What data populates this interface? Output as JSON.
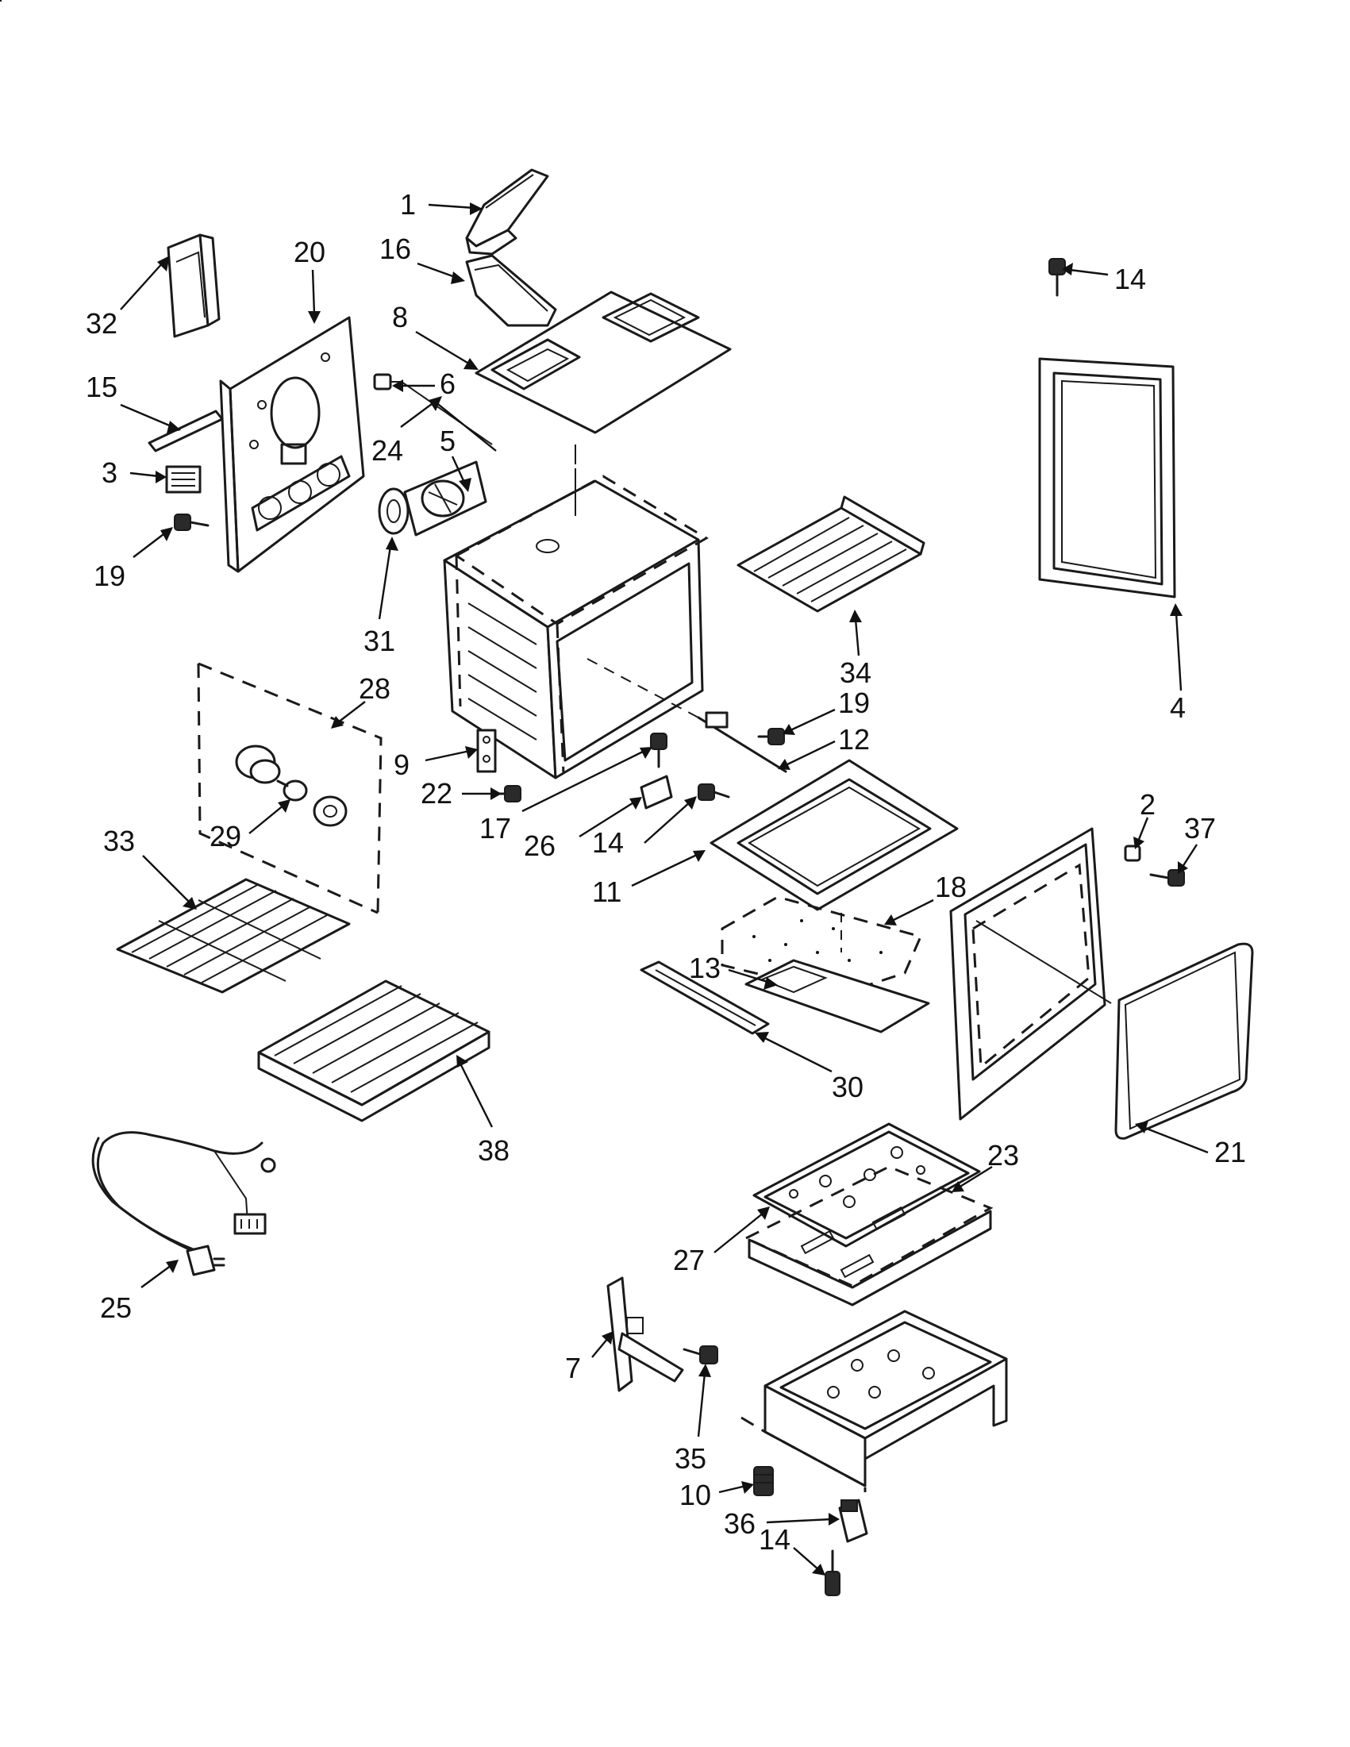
{
  "callouts": [
    {
      "id": "c1",
      "text": "1"
    },
    {
      "id": "c16",
      "text": "16"
    },
    {
      "id": "c8",
      "text": "8"
    },
    {
      "id": "c20",
      "text": "20"
    },
    {
      "id": "c32",
      "text": "32"
    },
    {
      "id": "c15",
      "text": "15"
    },
    {
      "id": "c6",
      "text": "6"
    },
    {
      "id": "c24",
      "text": "24"
    },
    {
      "id": "c5",
      "text": "5"
    },
    {
      "id": "c3",
      "text": "3"
    },
    {
      "id": "c19a",
      "text": "19"
    },
    {
      "id": "c31",
      "text": "31"
    },
    {
      "id": "c14a",
      "text": "14"
    },
    {
      "id": "c4",
      "text": "4"
    },
    {
      "id": "c34",
      "text": "34"
    },
    {
      "id": "c19b",
      "text": "19"
    },
    {
      "id": "c12",
      "text": "12"
    },
    {
      "id": "c28",
      "text": "28"
    },
    {
      "id": "c29",
      "text": "29"
    },
    {
      "id": "c9",
      "text": "9"
    },
    {
      "id": "c22",
      "text": "22"
    },
    {
      "id": "c17",
      "text": "17"
    },
    {
      "id": "c26",
      "text": "26"
    },
    {
      "id": "c14b",
      "text": "14"
    },
    {
      "id": "c11",
      "text": "11"
    },
    {
      "id": "c2",
      "text": "2"
    },
    {
      "id": "c37",
      "text": "37"
    },
    {
      "id": "c18",
      "text": "18"
    },
    {
      "id": "c33",
      "text": "33"
    },
    {
      "id": "c13",
      "text": "13"
    },
    {
      "id": "c30",
      "text": "30"
    },
    {
      "id": "c38",
      "text": "38"
    },
    {
      "id": "c21",
      "text": "21"
    },
    {
      "id": "c23",
      "text": "23"
    },
    {
      "id": "c27",
      "text": "27"
    },
    {
      "id": "c25",
      "text": "25"
    },
    {
      "id": "c7",
      "text": "7"
    },
    {
      "id": "c35",
      "text": "35"
    },
    {
      "id": "c10",
      "text": "10"
    },
    {
      "id": "c36",
      "text": "36"
    },
    {
      "id": "c14c",
      "text": "14"
    }
  ]
}
